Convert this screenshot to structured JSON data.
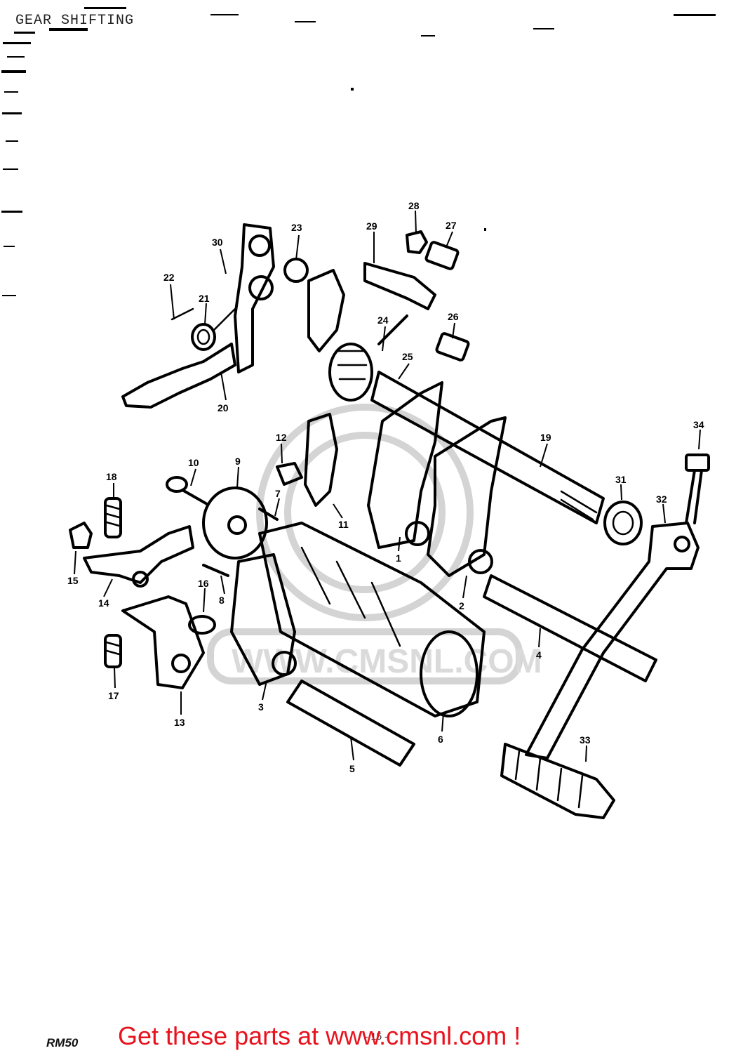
{
  "title": "GEAR SHIFTING",
  "model_label": "RM50",
  "page_number": "- 15 -",
  "promo_text": "Get these parts at www.cmsnl.com !",
  "watermark_text": "WWW.CMSNL.COM",
  "colors": {
    "promo": "#e8121d",
    "line": "#000000",
    "watermark": "#d4d4d4"
  },
  "callouts": [
    "1",
    "2",
    "3",
    "4",
    "5",
    "6",
    "7",
    "8",
    "9",
    "10",
    "11",
    "12",
    "13",
    "14",
    "15",
    "16",
    "17",
    "18",
    "19",
    "20",
    "21",
    "22",
    "23",
    "24",
    "25",
    "26",
    "27",
    "28",
    "29",
    "30",
    "31",
    "32",
    "33",
    "34"
  ]
}
